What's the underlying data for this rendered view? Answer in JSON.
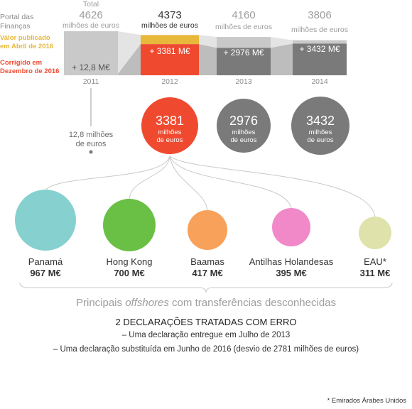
{
  "legend": {
    "source_line1": "Portal das",
    "source_line2": "Finanças",
    "published_line1": "Valor publicado",
    "published_line2": "em Abril de 2016",
    "corrected_line1": "Corrigido em",
    "corrected_line2": "Dezembro de 2016"
  },
  "colors": {
    "published": "#e8b83a",
    "corrected": "#ef4a30",
    "gray_dark": "#7a7a7a",
    "gray_mid": "#9d9d9d",
    "gray_light": "#c9c9c9",
    "text_gray": "#8c8c8c"
  },
  "chart_data": [
    {
      "type": "bar",
      "categories": [
        "2011",
        "2012",
        "2013",
        "2014"
      ],
      "series": [
        {
          "name": "Valor publicado em Abril de 2016",
          "values": [
            4626,
            992,
            1184,
            374
          ]
        },
        {
          "name": "Corrigido em Dezembro de 2016",
          "values": [
            12.8,
            3381,
            2976,
            3432
          ]
        }
      ],
      "totals": [
        4626,
        4373,
        4160,
        3806
      ],
      "total_top_label": "Total",
      "total_unit": "milhões de euros",
      "total_labels": [
        "4626",
        "4373",
        "4160",
        "3806"
      ],
      "increment_labels": [
        "+ 12,8 M€",
        "+ 3381 M€",
        "+ 2976 M€",
        "+ 3432 M€"
      ]
    },
    {
      "type": "bubble",
      "items": [
        {
          "year": "2011",
          "value": 12.8,
          "label": "12,8",
          "unit_line1": "milhões",
          "unit_line2": "de euros"
        },
        {
          "year": "2012",
          "value": 3381,
          "label": "3381",
          "unit_line1": "milhões",
          "unit_line2": "de euros"
        },
        {
          "year": "2013",
          "value": 2976,
          "label": "2976",
          "unit_line1": "milhões",
          "unit_line2": "de euros"
        },
        {
          "year": "2014",
          "value": 3432,
          "label": "3432",
          "unit_line1": "milhões",
          "unit_line2": "de euros"
        }
      ],
      "small_label_line1": "12,8 milhões",
      "small_label_line2": "de euros"
    },
    {
      "type": "bubble",
      "title_before": "Principais ",
      "title_italic": "offshores",
      "title_after": " com transferências desconhecidas",
      "items": [
        {
          "name": "Panamá",
          "value": 967,
          "value_label": "967 M€",
          "color": "#86d1cf"
        },
        {
          "name": "Hong Kong",
          "value": 700,
          "value_label": "700 M€",
          "color": "#6abf45"
        },
        {
          "name": "Baamas",
          "value": 417,
          "value_label": "417 M€",
          "color": "#f7a15a"
        },
        {
          "name": "Antilhas Holandesas",
          "value": 395,
          "value_label": "395 M€",
          "color": "#f189c9"
        },
        {
          "name": "EAU*",
          "value": 311,
          "value_label": "311 M€",
          "color": "#dfe3ab"
        }
      ]
    }
  ],
  "notes": {
    "heading": "2 DECLARAÇÕES TRATADAS COM ERRO",
    "line1": "– Uma declaração entregue em Julho de 2013",
    "line2": "– Uma declaração substituída em Junho de 2016 (desvio de 2781 milhões de euros)"
  },
  "footnote": "* Emirados Árabes Unidos"
}
